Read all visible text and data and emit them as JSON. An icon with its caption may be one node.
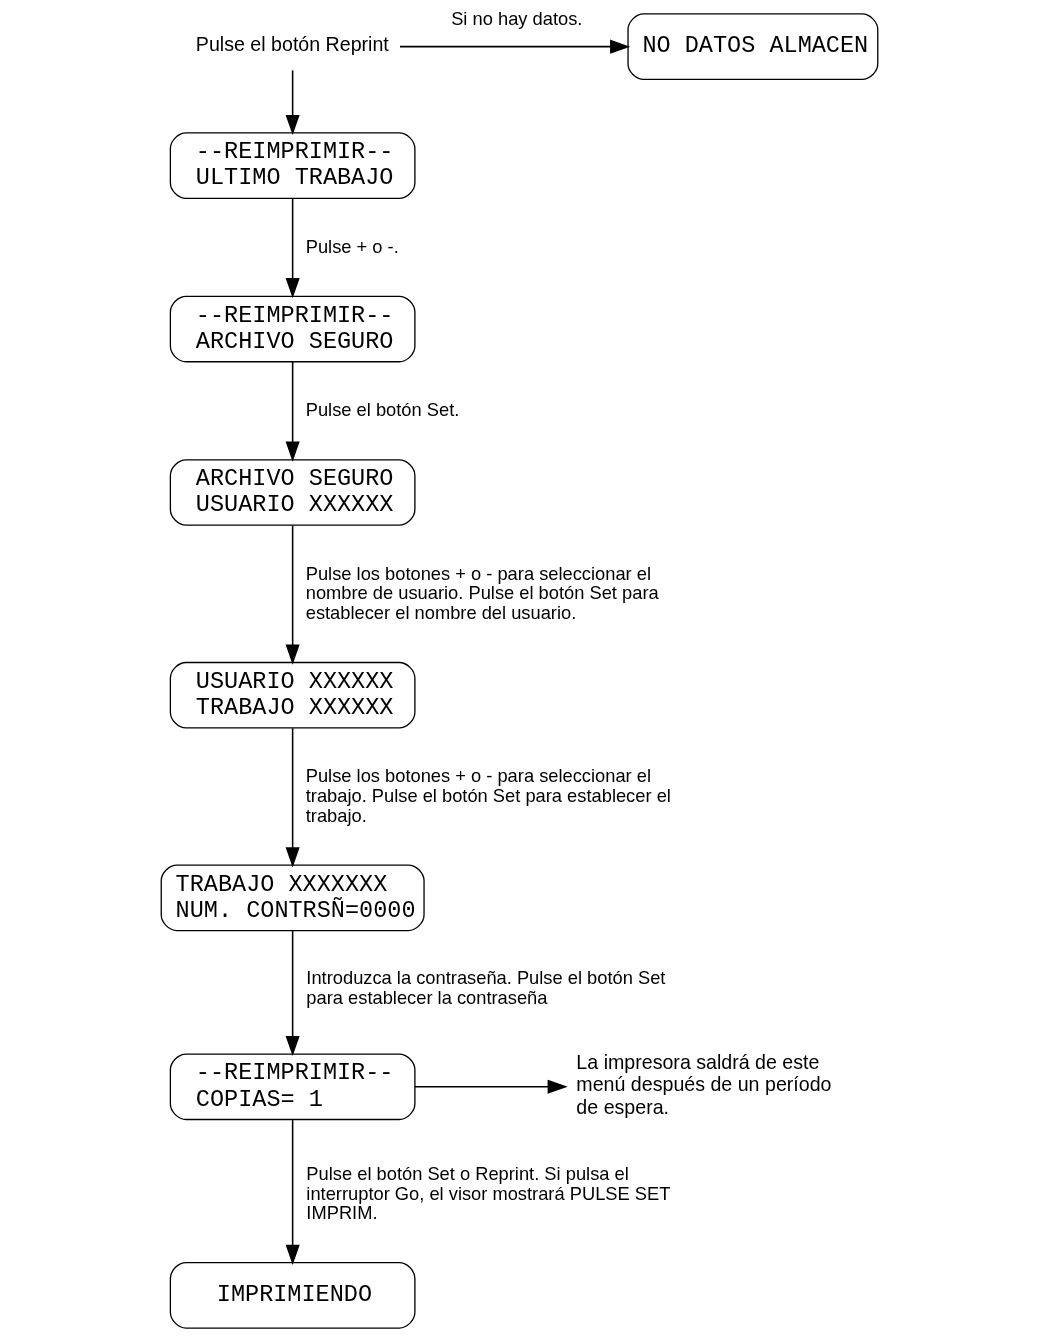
{
  "diagram": {
    "nodes": [
      {
        "text": [
          "Pulse el botón Reprint"
        ]
      },
      {
        "text": [
          "NO DATOS ALMACEN"
        ]
      },
      {
        "text": [
          "--REIMPRIMIR-- ULTIMO TRABAJO"
        ]
      },
      {
        "text": [
          "--REIMPRIMIR-- ARCHIVO SEGURO"
        ]
      },
      {
        "text": [
          "ARCHIVO SEGURO USUARIO XXXXXX"
        ]
      },
      {
        "text": [
          "USUARIO XXXXXX TRABAJO XXXXXX"
        ]
      },
      {
        "text": [
          "TRABAJO XXXXXXX NUM. CONTRSÑ=0000"
        ]
      },
      {
        "text": [
          "--REIMPRIMIR-- COPIAS= 1"
        ]
      },
      {
        "text": [
          "IMPRIMIENDO"
        ]
      },
      {
        "text": [
          "La impresora saldrá de este menú después de un período de espera."
        ]
      }
    ],
    "edges": [
      {
        "from": 0,
        "to": 1,
        "arrow": "to",
        "label": "Si no hay datos."
      },
      {
        "from": 0,
        "to": 2,
        "arrow": "to"
      },
      {
        "from": 2,
        "to": 3,
        "arrow": "to",
        "label": "Pulse + o -."
      },
      {
        "from": 3,
        "to": 4,
        "arrow": "to",
        "label": "Pulse el botón Set."
      },
      {
        "from": 4,
        "to": 5,
        "arrow": "to",
        "label": "Pulse los botones + o - para seleccionar el nombre de usuario. Pulse el botón Set para establecer el nombre del usuario."
      },
      {
        "from": 5,
        "to": 6,
        "arrow": "to",
        "label": "Pulse los botones + o - para seleccionar el trabajo. Pulse el botón Set para establecer el trabajo."
      },
      {
        "from": 6,
        "to": 7,
        "arrow": "to",
        "label": "Introduzca la contraseña. Pulse el botón Set para establecer la contraseña"
      },
      {
        "from": 7,
        "to": 9,
        "arrow": "to"
      },
      {
        "from": 7,
        "to": 8,
        "arrow": "to",
        "label": "Pulse el botón Set o Reprint. Si pulsa el interruptor Go, el visor mostrará PULSE SET IMPRIM."
      }
    ]
  }
}
